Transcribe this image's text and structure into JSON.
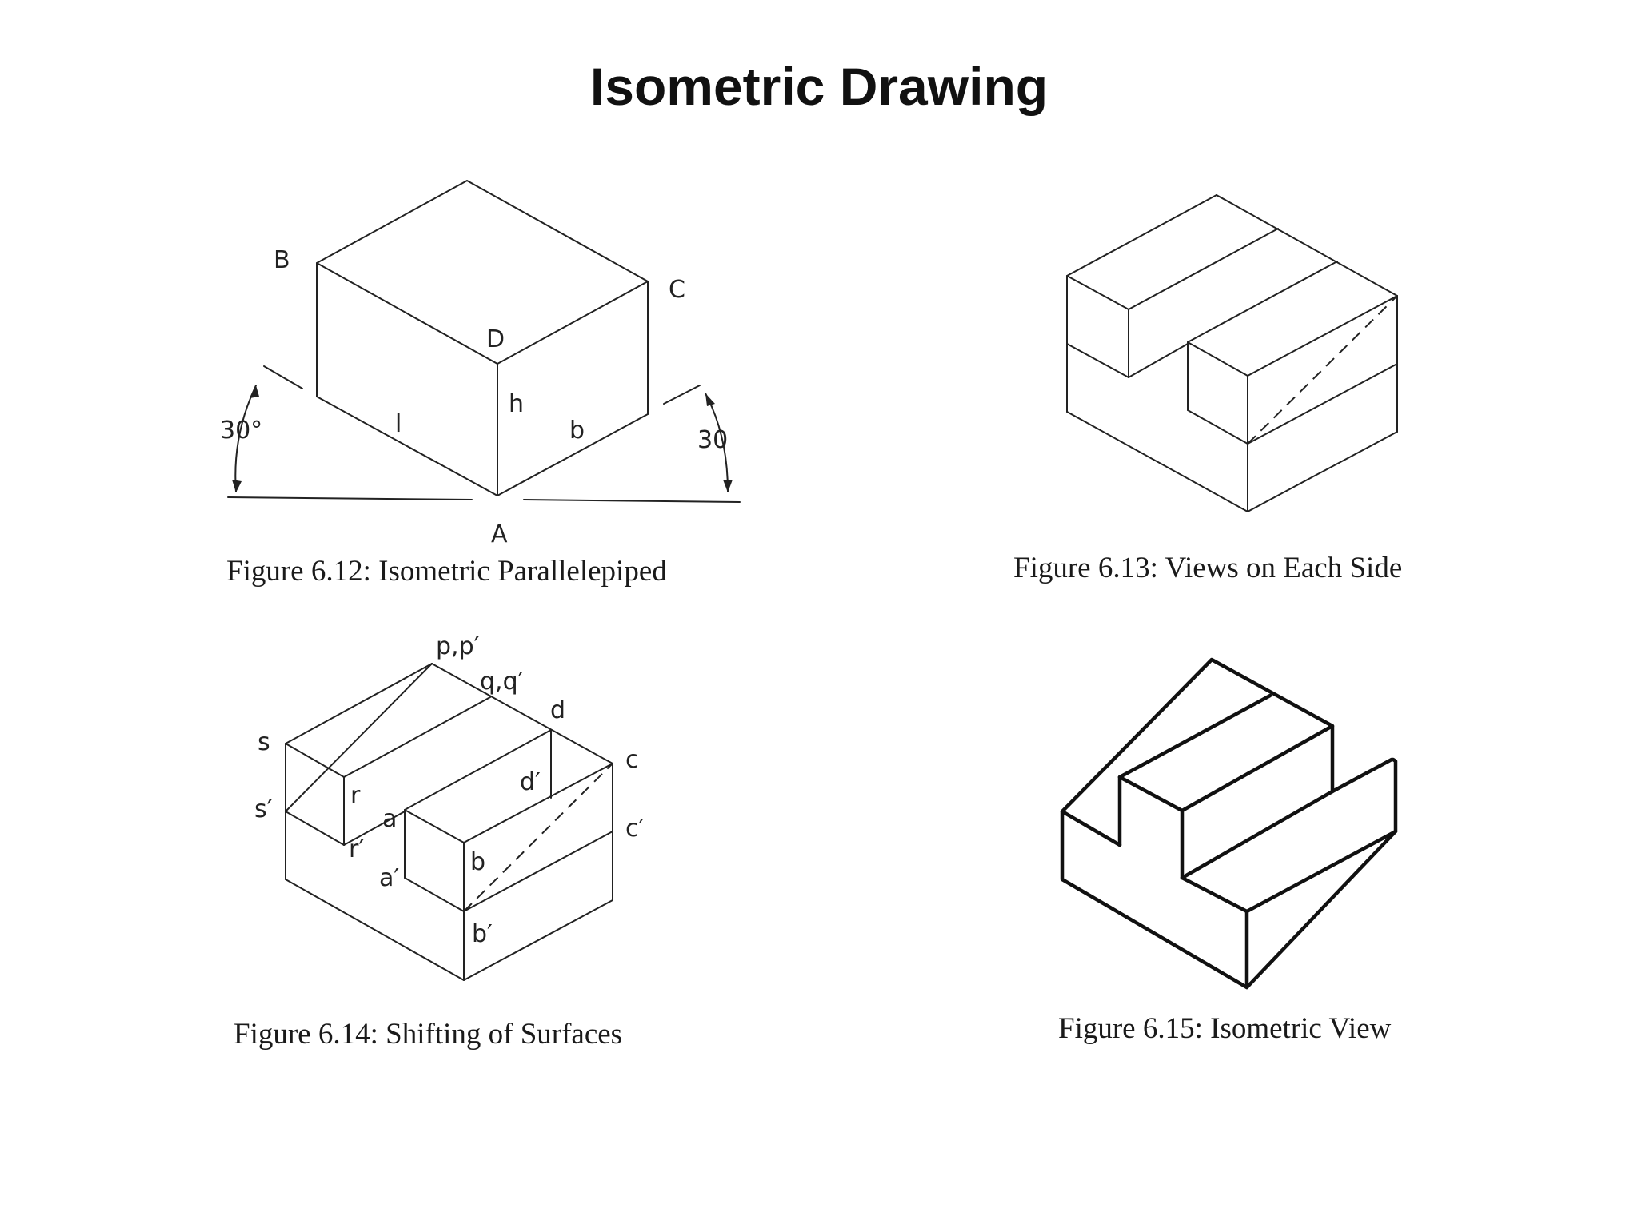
{
  "page": {
    "title": "Isometric Drawing"
  },
  "figures": [
    {
      "caption": "Figure 6.12: Isometric Parallelepiped",
      "labels": {
        "B": "B",
        "C": "C",
        "D": "D",
        "h": "h",
        "l": "l",
        "b": "b",
        "A": "A",
        "angle_left": "30°",
        "angle_right": "30"
      }
    },
    {
      "caption": "Figure 6.13: Views on Each Side"
    },
    {
      "caption": "Figure 6.14: Shifting of Surfaces",
      "labels": {
        "pp": "p,p′",
        "qq": "q,q′",
        "d": "d",
        "s": "s",
        "s_prime": "s′",
        "r": "r",
        "r_prime": "r′",
        "a": "a",
        "a_prime": "a′",
        "b": "b",
        "b_prime": "b′",
        "d_prime": "d′",
        "c": "c",
        "c_prime": "c′"
      }
    },
    {
      "caption": "Figure 6.15: Isometric View"
    }
  ]
}
